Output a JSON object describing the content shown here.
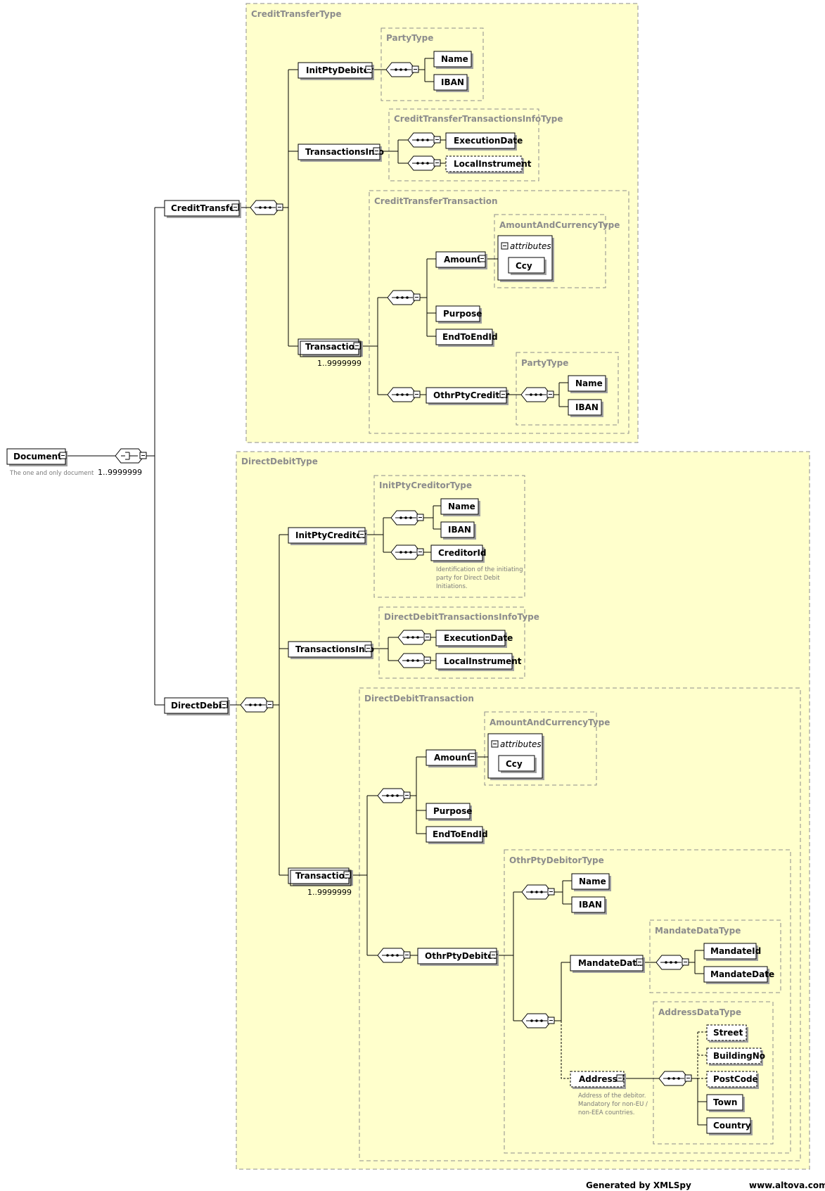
{
  "root": {
    "label": "Document",
    "annotation": "The one and only document",
    "occurrence": "1..9999999"
  },
  "credit": {
    "type_title": "CreditTransferType",
    "label": "CreditTransfer",
    "init_pty": {
      "label": "InitPtyDebitor",
      "type_title": "PartyType",
      "children": [
        "Name",
        "IBAN"
      ]
    },
    "transactions_info": {
      "label": "TransactionsInfo",
      "type_title": "CreditTransferTransactionsInfoType",
      "children": [
        "ExecutionDate",
        "LocalInstrument"
      ]
    },
    "transaction": {
      "label": "Transaction",
      "type_title": "CreditTransferTransaction",
      "occurrence": "1..9999999",
      "amount": {
        "label": "Amount",
        "type_title": "AmountAndCurrencyType",
        "attributes_label": "attributes",
        "attr": "Ccy"
      },
      "purpose": "Purpose",
      "end_to_end": "EndToEndId",
      "othr": {
        "label": "OthrPtyCreditor",
        "type_title": "PartyType",
        "children": [
          "Name",
          "IBAN"
        ]
      }
    }
  },
  "debit": {
    "type_title": "DirectDebitType",
    "label": "DirectDebit",
    "init_pty": {
      "label": "InitPtyCreditor",
      "type_title": "InitPtyCreditorType",
      "children": [
        "Name",
        "IBAN"
      ],
      "creditor_id": "CreditorId",
      "creditor_id_anno": [
        "Identification of the initiating",
        "party for Direct Debit",
        "Initiations."
      ]
    },
    "transactions_info": {
      "label": "TransactionsInfo",
      "type_title": "DirectDebitTransactionsInfoType",
      "children": [
        "ExecutionDate",
        "LocalInstrument"
      ]
    },
    "transaction": {
      "label": "Transaction",
      "type_title": "DirectDebitTransaction",
      "occurrence": "1..9999999",
      "amount": {
        "label": "Amount",
        "type_title": "AmountAndCurrencyType",
        "attributes_label": "attributes",
        "attr": "Ccy"
      },
      "purpose": "Purpose",
      "end_to_end": "EndToEndId",
      "othr": {
        "label": "OthrPtyDebitor",
        "type_title": "OthrPtyDebitorType",
        "children": [
          "Name",
          "IBAN"
        ],
        "mandate": {
          "label": "MandateData",
          "type_title": "MandateDataType",
          "children": [
            "MandateId",
            "MandateDate"
          ]
        },
        "address": {
          "label": "Address",
          "type_title": "AddressDataType",
          "children": [
            "Street",
            "BuildingNo",
            "PostCode",
            "Town",
            "Country"
          ],
          "anno": [
            "Address of the debitor.",
            "Mandatory for non-EU /",
            "non-EEA countries."
          ]
        }
      }
    }
  },
  "footer": {
    "generated": "Generated by XMLSpy",
    "site": "www.altova.com"
  }
}
